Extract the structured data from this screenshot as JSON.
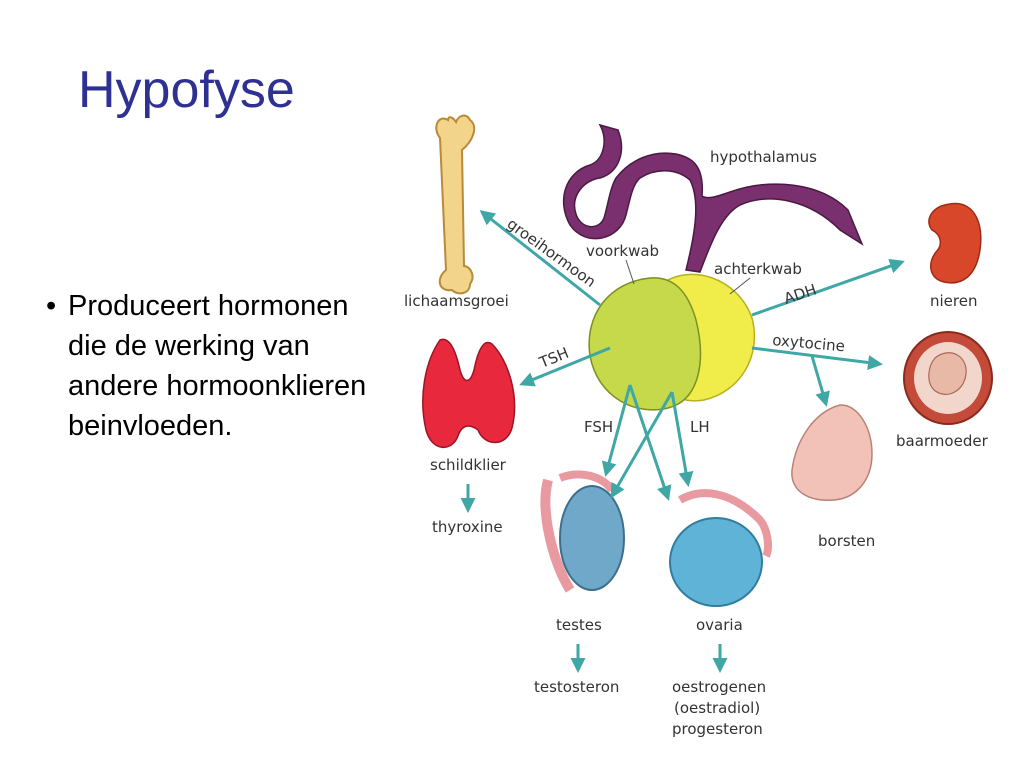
{
  "slide": {
    "title": "Hypofyse",
    "bullet_char": "•",
    "bullet_text": "Produceert hormonen die de werking van andere hormoonklieren beinvloeden."
  },
  "diagram": {
    "labels": {
      "hypothalamus": "hypothalamus",
      "voorkwab": "voorkwab",
      "achterkwab": "achterkwab",
      "groeihormoon": "groeihormoon",
      "lichaamsgroei": "lichaamsgroei",
      "adh": "ADH",
      "nieren": "nieren",
      "oxytocine": "oxytocine",
      "baarmoeder": "baarmoeder",
      "tsh": "TSH",
      "schildklier": "schildklier",
      "thyroxine": "thyroxine",
      "fsh": "FSH",
      "lh": "LH",
      "borsten": "borsten",
      "testes": "testes",
      "testosteron": "testosteron",
      "ovaria": "ovaria",
      "oestrogenen": "oestrogenen",
      "oestradiol": "(oestradiol)",
      "progesteron": "progesteron"
    },
    "colors": {
      "arrow": "#3fa7a5",
      "hypothalamus": "#7a2f6e",
      "voorkwab": "#c6d94a",
      "achterkwab": "#f0ec4a",
      "bone": "#f2d48a",
      "kidney": "#d9472b",
      "thyroid": "#e8293d",
      "testis": "#6fa8c9",
      "ovary": "#5fb3d6",
      "breast": "#f2c2b8",
      "title": "#2e3192"
    }
  }
}
